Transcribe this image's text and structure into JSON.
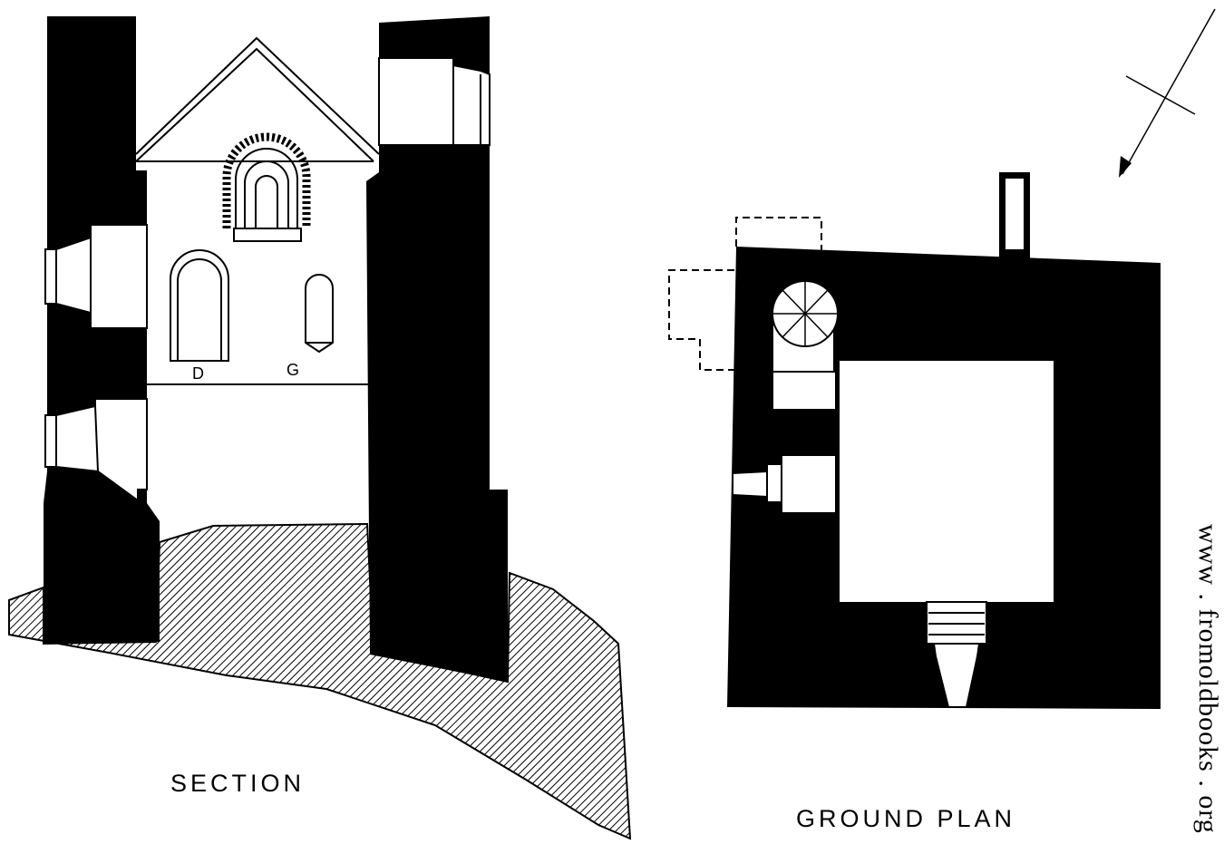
{
  "section": {
    "caption": "SECTION",
    "marks": {
      "d": "D",
      "g": "G"
    }
  },
  "plan": {
    "caption": "GROUND PLAN"
  },
  "watermark": "www . fromoldbooks . org",
  "icons": [
    "north-arrow-icon"
  ],
  "colors": {
    "ink": "#000000",
    "paper": "#ffffff"
  }
}
